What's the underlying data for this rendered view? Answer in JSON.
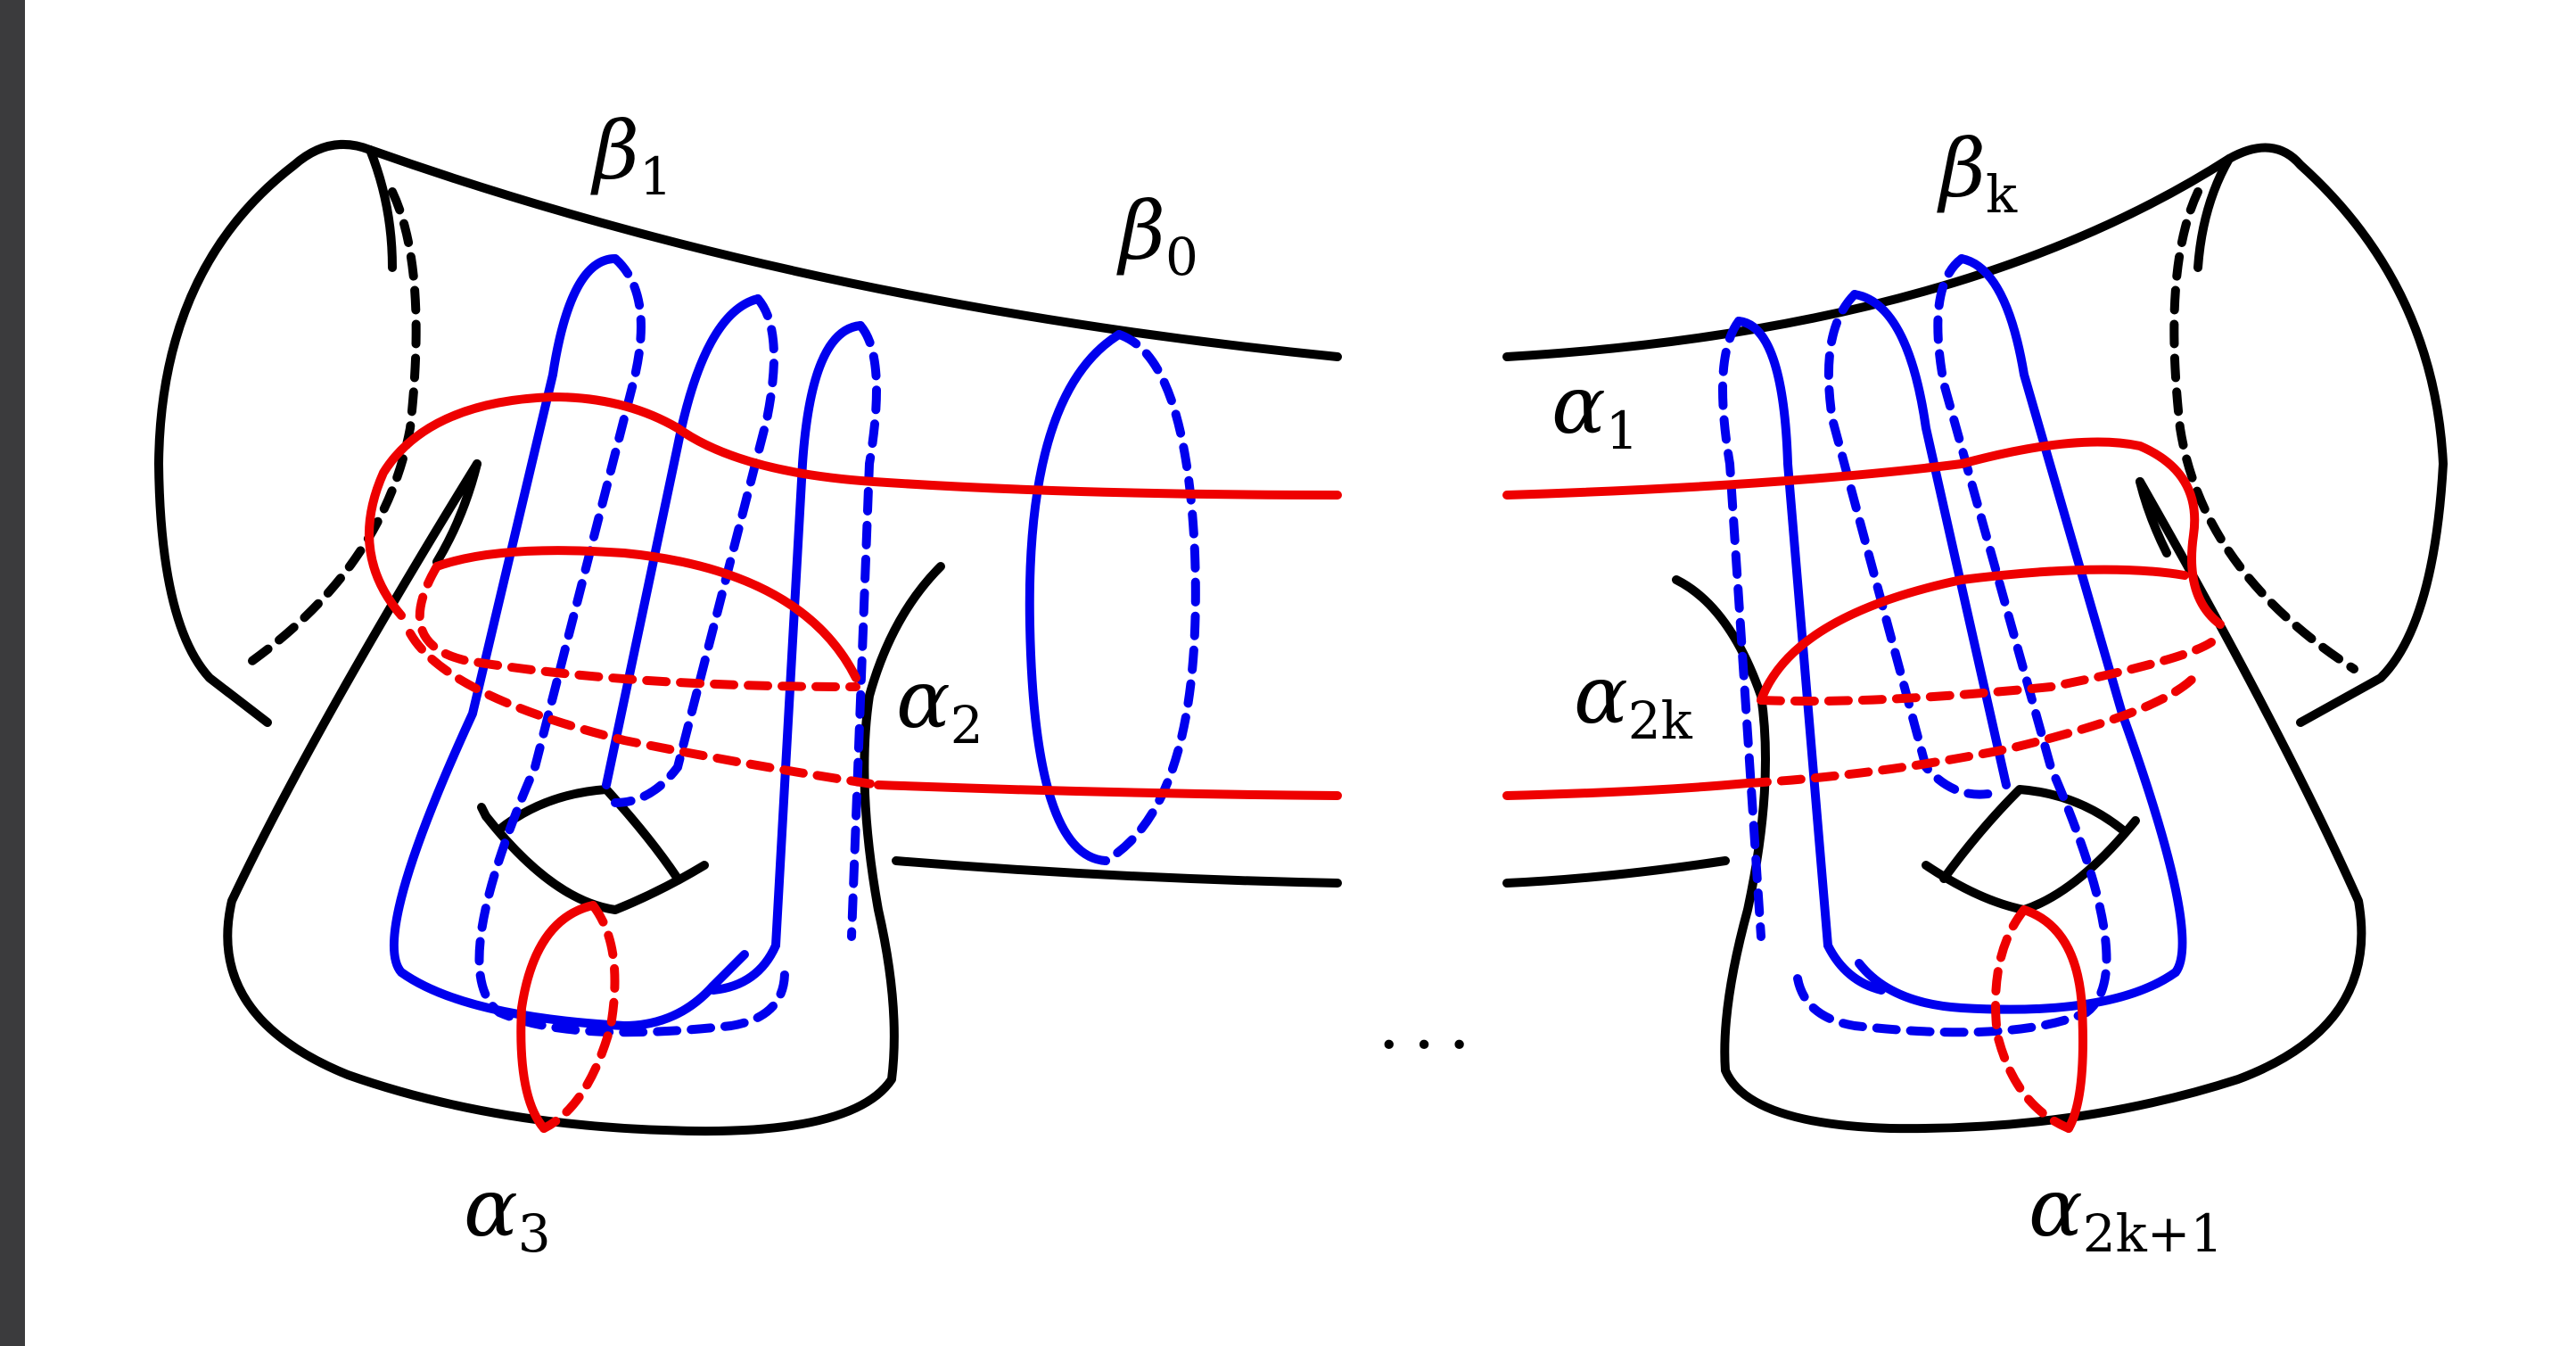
{
  "labels": {
    "beta_1": {
      "sym": "β",
      "sub": "1"
    },
    "beta_0": {
      "sym": "β",
      "sub": "0"
    },
    "beta_k": {
      "sym": "β",
      "sub": "k"
    },
    "alpha_1": {
      "sym": "α",
      "sub": "1"
    },
    "alpha_2": {
      "sym": "α",
      "sub": "2"
    },
    "alpha_2k": {
      "sym": "α",
      "sub": "2k"
    },
    "alpha_3": {
      "sym": "α",
      "sub": "3"
    },
    "alpha_2k1": {
      "sym": "α",
      "sub": "2k+1"
    },
    "ellipsis": "..."
  },
  "colors": {
    "background": "#3b3b3d",
    "panel": "#ffffff",
    "surface": "#000000",
    "beta_curves": "#0000ee",
    "alpha_curves": "#ee0000"
  }
}
